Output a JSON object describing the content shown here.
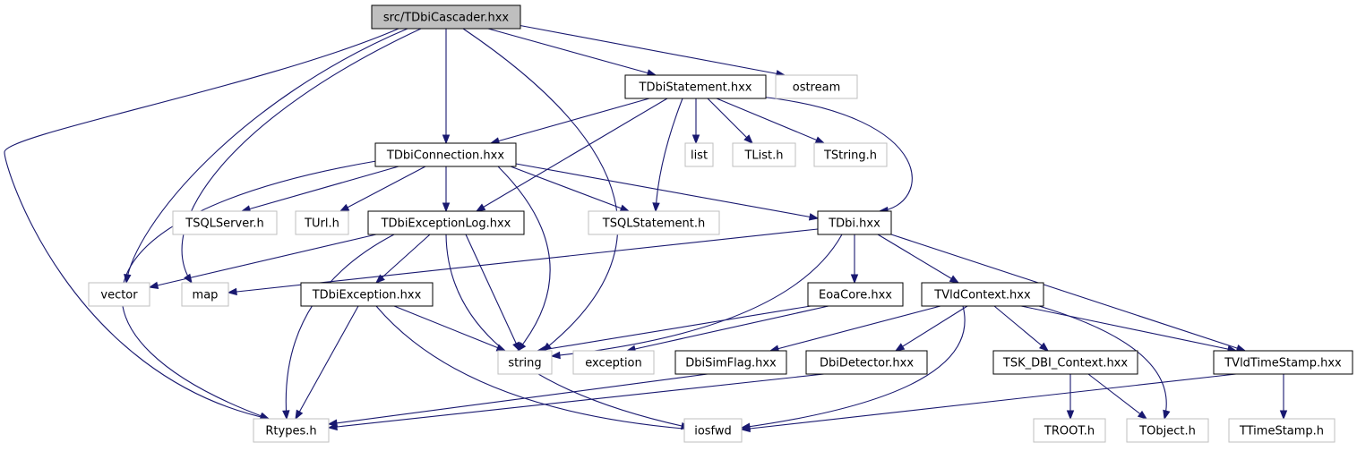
{
  "diagram": {
    "type": "include-dependency-graph",
    "colors": {
      "edge": "#191970",
      "node_border_project": "#000000",
      "node_border_external": "#bfbfbf",
      "node_fill_root": "#bfbfbf",
      "node_fill": "#ffffff",
      "text": "#000000"
    },
    "nodes": [
      {
        "id": "root",
        "label": "src/TDbiCascader.hxx",
        "kind": "root"
      },
      {
        "id": "tdbistatement",
        "label": "TDbiStatement.hxx",
        "kind": "project"
      },
      {
        "id": "ostream",
        "label": "ostream",
        "kind": "external"
      },
      {
        "id": "tdbiconnection",
        "label": "TDbiConnection.hxx",
        "kind": "project"
      },
      {
        "id": "list",
        "label": "list",
        "kind": "external"
      },
      {
        "id": "tlist",
        "label": "TList.h",
        "kind": "external"
      },
      {
        "id": "tstring",
        "label": "TString.h",
        "kind": "external"
      },
      {
        "id": "tsqlserver",
        "label": "TSQLServer.h",
        "kind": "external"
      },
      {
        "id": "turl",
        "label": "TUrl.h",
        "kind": "external"
      },
      {
        "id": "tdbiexceptionlog",
        "label": "TDbiExceptionLog.hxx",
        "kind": "project"
      },
      {
        "id": "tsqlstatement",
        "label": "TSQLStatement.h",
        "kind": "external"
      },
      {
        "id": "tdbi",
        "label": "TDbi.hxx",
        "kind": "project"
      },
      {
        "id": "vector",
        "label": "vector",
        "kind": "external"
      },
      {
        "id": "map",
        "label": "map",
        "kind": "external"
      },
      {
        "id": "tdbiexception",
        "label": "TDbiException.hxx",
        "kind": "project"
      },
      {
        "id": "eoacore",
        "label": "EoaCore.hxx",
        "kind": "project"
      },
      {
        "id": "tvldcontext",
        "label": "TVldContext.hxx",
        "kind": "project"
      },
      {
        "id": "string",
        "label": "string",
        "kind": "external"
      },
      {
        "id": "exception",
        "label": "exception",
        "kind": "external"
      },
      {
        "id": "dbisimflag",
        "label": "DbiSimFlag.hxx",
        "kind": "project"
      },
      {
        "id": "dbidetector",
        "label": "DbiDetector.hxx",
        "kind": "project"
      },
      {
        "id": "tskdbicontext",
        "label": "TSK_DBI_Context.hxx",
        "kind": "project"
      },
      {
        "id": "tvldtimestamp",
        "label": "TVldTimeStamp.hxx",
        "kind": "project"
      },
      {
        "id": "rtypes",
        "label": "Rtypes.h",
        "kind": "external"
      },
      {
        "id": "iosfwd",
        "label": "iosfwd",
        "kind": "external"
      },
      {
        "id": "troot",
        "label": "TROOT.h",
        "kind": "external"
      },
      {
        "id": "tobject",
        "label": "TObject.h",
        "kind": "external"
      },
      {
        "id": "ttimestamp",
        "label": "TTimeStamp.h",
        "kind": "external"
      }
    ],
    "edges": [
      {
        "from": "root",
        "to": "rtypes"
      },
      {
        "from": "root",
        "to": "vector"
      },
      {
        "from": "root",
        "to": "map"
      },
      {
        "from": "root",
        "to": "tdbiconnection"
      },
      {
        "from": "root",
        "to": "string"
      },
      {
        "from": "root",
        "to": "tdbistatement"
      },
      {
        "from": "root",
        "to": "ostream"
      },
      {
        "from": "tdbistatement",
        "to": "tdbiconnection"
      },
      {
        "from": "tdbistatement",
        "to": "tdbiexceptionlog"
      },
      {
        "from": "tdbistatement",
        "to": "tsqlstatement"
      },
      {
        "from": "tdbistatement",
        "to": "list"
      },
      {
        "from": "tdbistatement",
        "to": "tlist"
      },
      {
        "from": "tdbistatement",
        "to": "tstring"
      },
      {
        "from": "tdbistatement",
        "to": "tdbi"
      },
      {
        "from": "tdbiconnection",
        "to": "rtypes"
      },
      {
        "from": "tdbiconnection",
        "to": "tsqlserver"
      },
      {
        "from": "tdbiconnection",
        "to": "turl"
      },
      {
        "from": "tdbiconnection",
        "to": "tdbiexceptionlog"
      },
      {
        "from": "tdbiconnection",
        "to": "string"
      },
      {
        "from": "tdbiconnection",
        "to": "tsqlstatement"
      },
      {
        "from": "tdbiconnection",
        "to": "tdbi"
      },
      {
        "from": "tdbiexceptionlog",
        "to": "vector"
      },
      {
        "from": "tdbiexceptionlog",
        "to": "tdbiexception"
      },
      {
        "from": "tdbiexceptionlog",
        "to": "rtypes"
      },
      {
        "from": "tdbiexceptionlog",
        "to": "string"
      },
      {
        "from": "tdbiexceptionlog",
        "to": "iosfwd"
      },
      {
        "from": "tdbi",
        "to": "map"
      },
      {
        "from": "tdbi",
        "to": "string"
      },
      {
        "from": "tdbi",
        "to": "eoacore"
      },
      {
        "from": "tdbi",
        "to": "tvldcontext"
      },
      {
        "from": "tdbi",
        "to": "tvldtimestamp"
      },
      {
        "from": "tdbiexception",
        "to": "rtypes"
      },
      {
        "from": "tdbiexception",
        "to": "string"
      },
      {
        "from": "tdbiexception",
        "to": "iosfwd"
      },
      {
        "from": "eoacore",
        "to": "string"
      },
      {
        "from": "eoacore",
        "to": "exception"
      },
      {
        "from": "tvldcontext",
        "to": "dbisimflag"
      },
      {
        "from": "tvldcontext",
        "to": "dbidetector"
      },
      {
        "from": "tvldcontext",
        "to": "iosfwd"
      },
      {
        "from": "tvldcontext",
        "to": "tskdbicontext"
      },
      {
        "from": "tvldcontext",
        "to": "tvldtimestamp"
      },
      {
        "from": "tvldcontext",
        "to": "tobject"
      },
      {
        "from": "dbisimflag",
        "to": "rtypes"
      },
      {
        "from": "dbidetector",
        "to": "rtypes"
      },
      {
        "from": "tskdbicontext",
        "to": "troot"
      },
      {
        "from": "tskdbicontext",
        "to": "tobject"
      },
      {
        "from": "tvldtimestamp",
        "to": "iosfwd"
      },
      {
        "from": "tvldtimestamp",
        "to": "ttimestamp"
      }
    ]
  }
}
